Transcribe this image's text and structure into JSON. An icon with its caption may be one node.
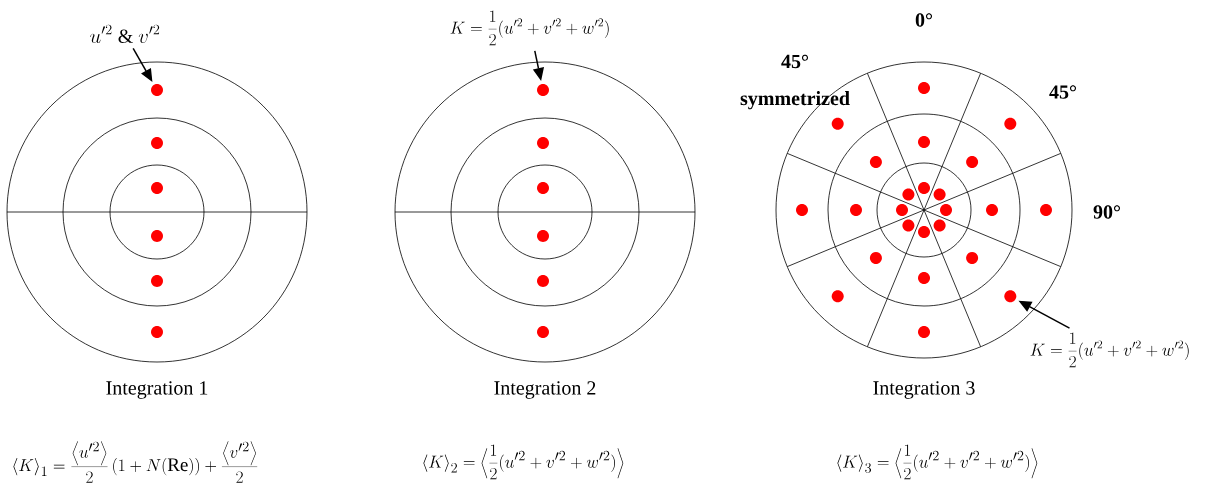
{
  "diagram": {
    "nodes": [
      {
        "text": [
          "u'^{2}\\ \\&\\ v'^{2}"
        ]
      },
      {
        "text": [],
        "shape": "circle"
      },
      {
        "text": [
          "K=\\frac{1}{2}(u'^{2}+v'^{2}+w'^{2})"
        ]
      },
      {
        "text": [],
        "shape": "circle"
      },
      {
        "text": [
          "K=\\frac{1}{2}(u'^{2}+v'^{2}+w'^{2})"
        ]
      },
      {
        "text": [],
        "shape": "circle"
      }
    ],
    "edges": [
      {
        "from": 0,
        "to": 1,
        "arrow": "to"
      },
      {
        "from": 2,
        "to": 3,
        "arrow": "to"
      },
      {
        "from": 4,
        "to": 5,
        "arrow": "to"
      }
    ],
    "labels": [
      "0°",
      "45° symmetrized",
      "45°",
      "90°",
      "Integration 1",
      "Integration 2",
      "Integration 3",
      "\\left\\langle K\\right\\rangle_{1}=\\frac{\\left\\langle u'^{2}\\right\\rangle}{2}\\left(1+N(\\mathrm{Re})\\right)+\\frac{\\left\\langle v'^{2}\\right\\rangle}{2}",
      "\\left\\langle K\\right\\rangle_{2}=\\left\\langle\\frac{1}{2}(u'^{2}+v'^{2}+w'^{2})\\right\\rangle",
      "\\left\\langle K\\right\\rangle_{3}=\\left\\langle\\frac{1}{2}(u'^{2}+v'^{2}+w'^{2})\\right\\rangle"
    ]
  }
}
